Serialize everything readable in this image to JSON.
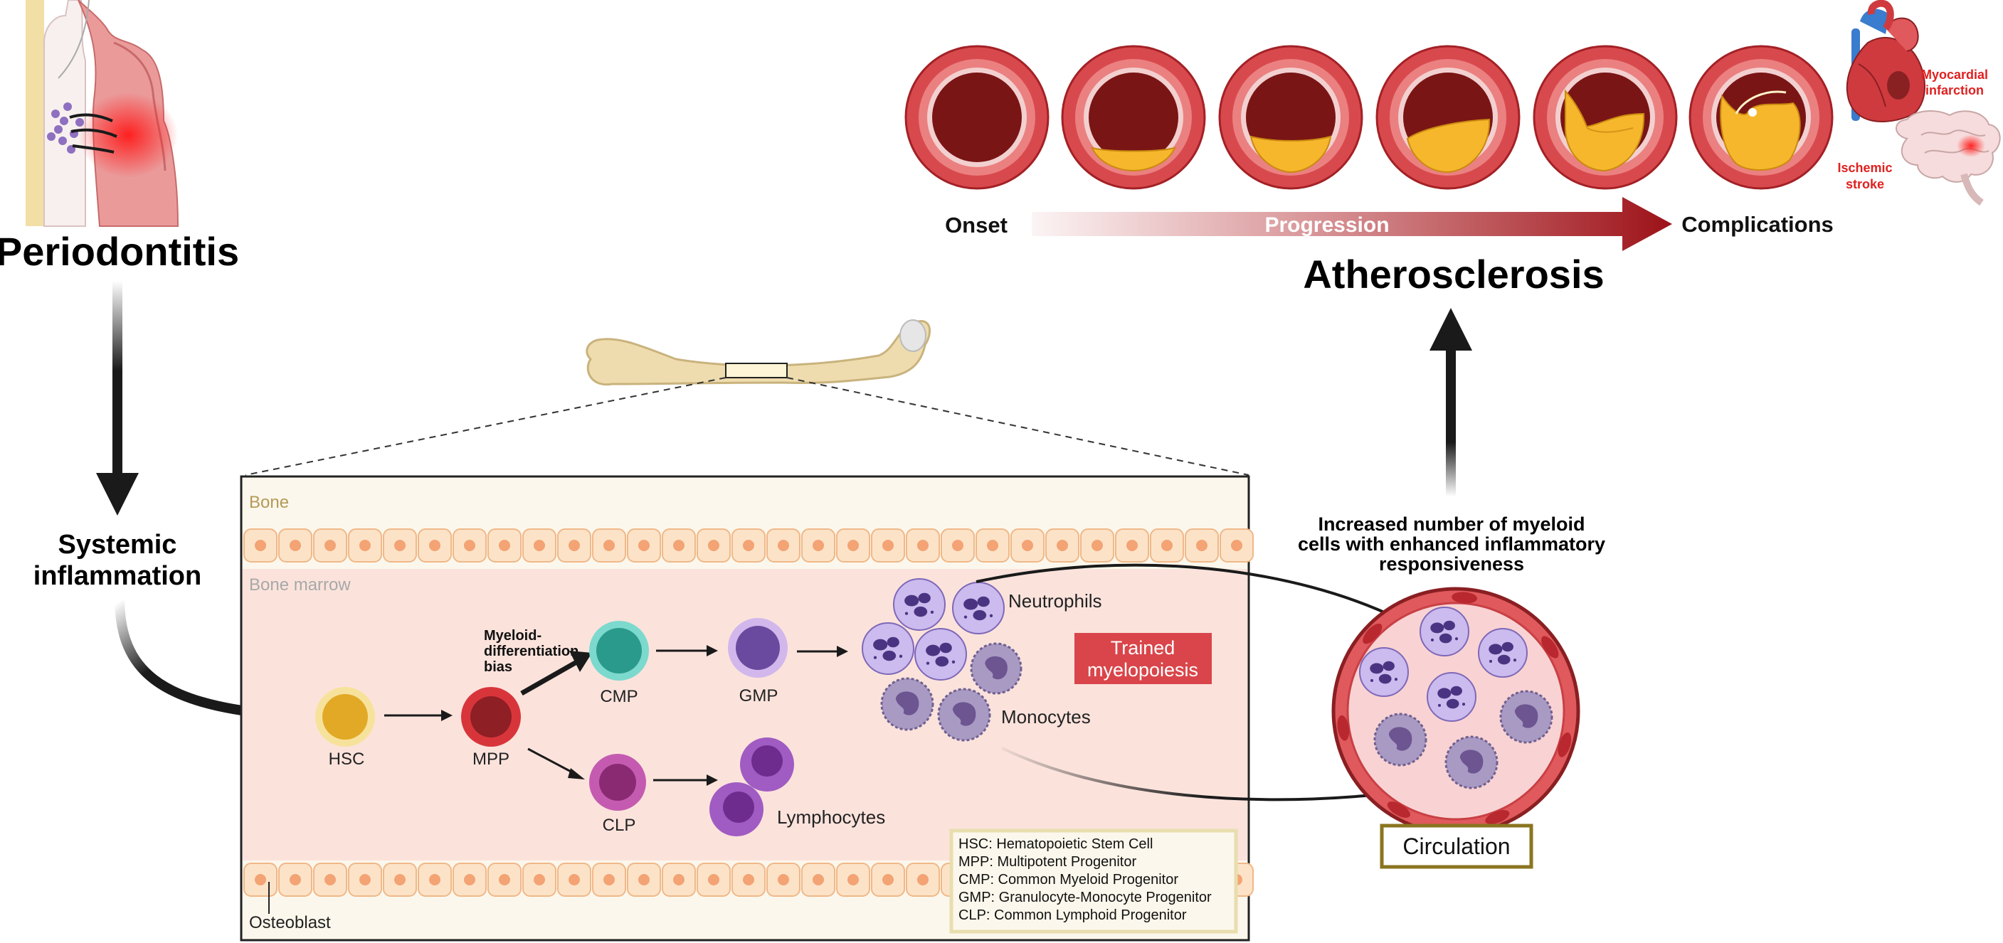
{
  "periodontitis": {
    "title": "Periodontitis"
  },
  "systemic": {
    "line1": "Systemic",
    "line2": "inflammation"
  },
  "marrow_panel": {
    "bone_label": "Bone",
    "marrow_label": "Bone marrow",
    "osteoblast_label": "Osteoblast",
    "bias_line1": "Myeloid-",
    "bias_line2": "differentiation",
    "bias_line3": "bias",
    "cells": {
      "hsc": "HSC",
      "mpp": "MPP",
      "cmp": "CMP",
      "gmp": "GMP",
      "clp": "CLP",
      "neutrophils": "Neutrophils",
      "monocytes": "Monocytes",
      "lymphocytes": "Lymphocytes"
    },
    "trained_line1": "Trained",
    "trained_line2": "myelopoiesis",
    "legend": [
      "HSC: Hematopoietic Stem Cell",
      "MPP: Multipotent Progenitor",
      "CMP: Common Myeloid Progenitor",
      "GMP: Granulocyte-Monocyte Progenitor",
      "CLP: Common Lymphoid Progenitor"
    ]
  },
  "circulation": {
    "label": "Circulation",
    "desc_line1": "Increased number of myeloid",
    "desc_line2": "cells with enhanced inflammatory",
    "desc_line3": "responsiveness"
  },
  "atherosclerosis": {
    "title": "Atherosclerosis",
    "onset": "Onset",
    "progression": "Progression",
    "complications": "Complications",
    "mi_line1": "Myocardial",
    "mi_line2": "infarction",
    "stroke_line1": "Ischemic",
    "stroke_line2": "stroke"
  },
  "colors": {
    "arrow": "#1a1a1a",
    "artery_outer": "#e0595c",
    "lumen": "#7a1515",
    "plaque": "#f6b72c",
    "marrow_bg": "#fbe3dc",
    "trained_box": "#d9454a",
    "circulation_border": "#8a7520",
    "complication_text": "#e02020"
  }
}
